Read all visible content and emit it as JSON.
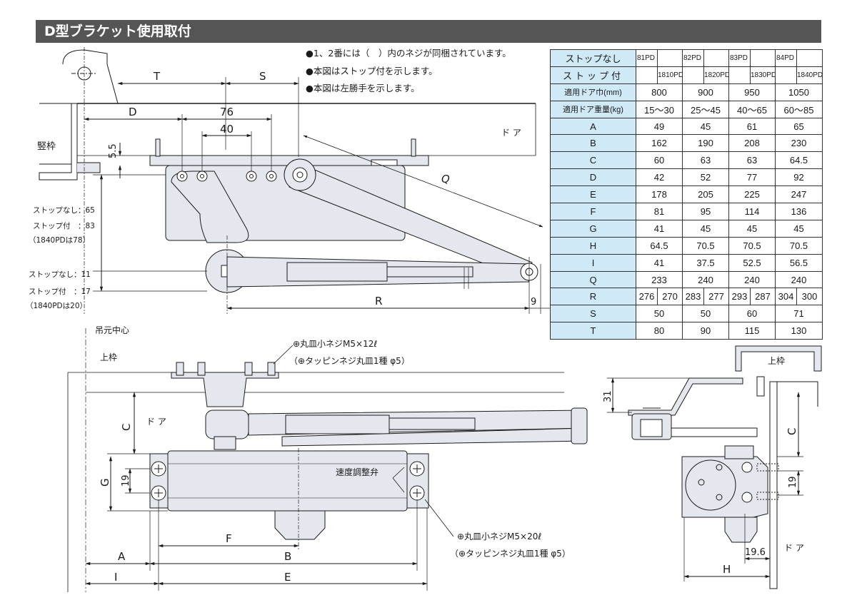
{
  "title": "D型ブラケット使用取付",
  "notes": [
    "●1、2番には（　）内のネジが同梱されています。",
    "●本図はストップ付を示します。",
    "●本図は左勝手を示します。"
  ],
  "labels": {
    "tate_waku": "竪枠",
    "door": "ドア",
    "door_kana": "ド ア",
    "kami_waku": "上枠",
    "tsurimoto": "吊元中心",
    "speed_valve": "速度調整弁",
    "screw_top_1": "⊕丸皿小ネジM5×12ℓ",
    "screw_top_2": "（⊕タッピンネジ丸皿1種 φ5）",
    "screw_bottom_1": "⊕丸皿小ネジM5×20ℓ",
    "screw_bottom_2": "（⊕タッピンネジ丸皿1種 φ5）",
    "stop_none_65": "ストップなし：65",
    "stop_with_83": "ストップ付　：83",
    "pd1840_78": "（1840PDは78）",
    "stop_none_11": "ストップなし：11",
    "stop_with_17": "ストップ付　：17",
    "pd1840_20": "（1840PDは20）"
  },
  "dims": {
    "T": "T",
    "S": "S",
    "D": "D",
    "d76": "76",
    "d40": "40",
    "d55": "5.5",
    "Q": "Q",
    "R": "R",
    "d9": "9",
    "C": "C",
    "G": "G",
    "d19": "19",
    "F": "F",
    "B": "B",
    "A": "A",
    "I": "I",
    "E": "E",
    "H": "H",
    "d31": "31",
    "d196": "19.6"
  },
  "table": {
    "row_stop_none": {
      "label": "ストップなし",
      "models": [
        "81PD",
        "82PD",
        "83PD",
        "84PD"
      ]
    },
    "row_stop_with": {
      "label": "ストップ付",
      "models": [
        "1810PD",
        "1820PD",
        "1830PD",
        "1840PD"
      ]
    },
    "row_width": {
      "label": "適用ドア巾(mm)",
      "values": [
        "800",
        "900",
        "950",
        "1050"
      ]
    },
    "row_weight": {
      "label": "適用ドア重量(kg)",
      "values": [
        "15～30",
        "25～45",
        "40～65",
        "60～85"
      ]
    },
    "rows": [
      {
        "label": "A",
        "values": [
          "49",
          "45",
          "61",
          "65"
        ]
      },
      {
        "label": "B",
        "values": [
          "162",
          "190",
          "208",
          "230"
        ]
      },
      {
        "label": "C",
        "values": [
          "60",
          "63",
          "63",
          "64.5"
        ]
      },
      {
        "label": "D",
        "values": [
          "42",
          "52",
          "77",
          "92"
        ]
      },
      {
        "label": "E",
        "values": [
          "178",
          "205",
          "225",
          "247"
        ]
      },
      {
        "label": "F",
        "values": [
          "81",
          "95",
          "114",
          "136"
        ]
      },
      {
        "label": "G",
        "values": [
          "41",
          "45",
          "45",
          "45"
        ]
      },
      {
        "label": "H",
        "values": [
          "64.5",
          "70.5",
          "70.5",
          "70.5"
        ]
      },
      {
        "label": "I",
        "values": [
          "41",
          "37.5",
          "52.5",
          "56.5"
        ]
      },
      {
        "label": "Q",
        "values": [
          "233",
          "240",
          "240",
          "240"
        ]
      }
    ],
    "row_R": {
      "label": "R",
      "values": [
        "276",
        "270",
        "283",
        "277",
        "293",
        "287",
        "304",
        "300"
      ]
    },
    "rows_tail": [
      {
        "label": "S",
        "values": [
          "50",
          "50",
          "60",
          "71"
        ]
      },
      {
        "label": "T",
        "values": [
          "80",
          "90",
          "115",
          "130"
        ]
      }
    ]
  },
  "colors": {
    "title_bg": "#555555",
    "table_label_bg": "#cfe9f7",
    "part_fill": "#e4e8ee",
    "line": "#1a1a1a"
  }
}
